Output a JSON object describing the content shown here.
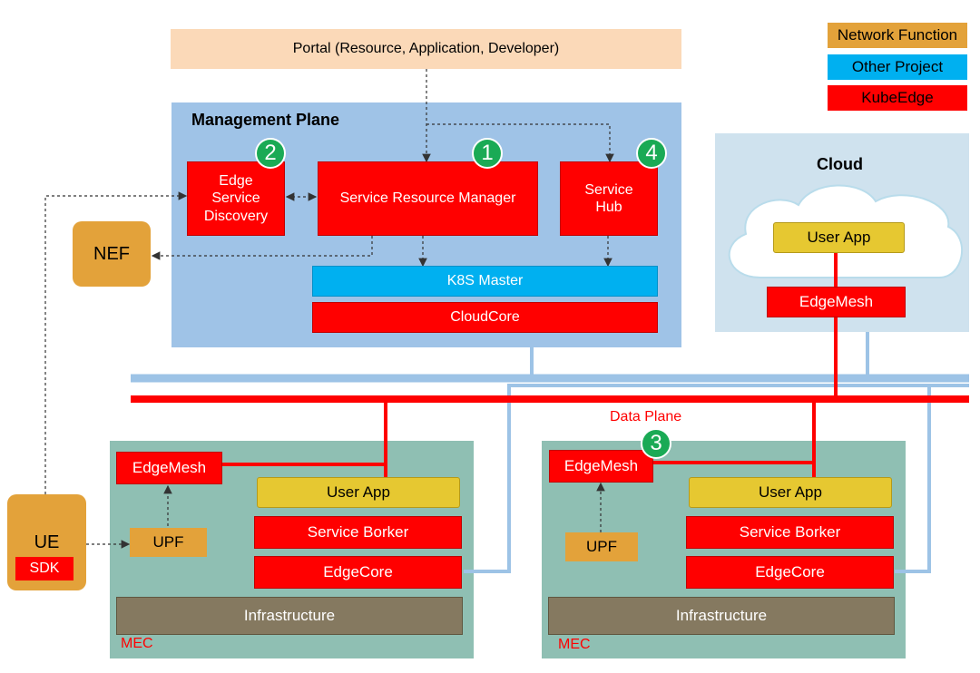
{
  "portal": "Portal (Resource, Application, Developer)",
  "legend": {
    "network_function": "Network Function",
    "other_project": "Other Project",
    "kubeedge": "KubeEdge",
    "colors": {
      "network_function": "#e3a23a",
      "other_project": "#00b0f0",
      "kubeedge": "#ff0000"
    }
  },
  "management": {
    "title": "Management Plane",
    "edge_service_discovery": "Edge\nService\nDiscovery",
    "service_resource_manager": "Service Resource Manager",
    "service_hub": "Service\nHub",
    "k8s_master": "K8S Master",
    "cloudcore": "CloudCore",
    "num_esd": "2",
    "num_srm": "1",
    "num_hub": "4"
  },
  "nef": "NEF",
  "cloud": {
    "title": "Cloud",
    "user_app": "User App",
    "edgemesh": "EdgeMesh"
  },
  "data_plane": "Data Plane",
  "mec_left": {
    "edgemesh": "EdgeMesh",
    "user_app": "User App",
    "service_broker": "Service Borker",
    "edgecore": "EdgeCore",
    "upf": "UPF",
    "infrastructure": "Infrastructure",
    "label": "MEC"
  },
  "mec_right": {
    "edgemesh": "EdgeMesh",
    "num": "3",
    "user_app": "User App",
    "service_broker": "Service Borker",
    "edgecore": "EdgeCore",
    "upf": "UPF",
    "infrastructure": "Infrastructure",
    "label": "MEC"
  },
  "ue": {
    "label": "UE",
    "sdk": "SDK"
  }
}
